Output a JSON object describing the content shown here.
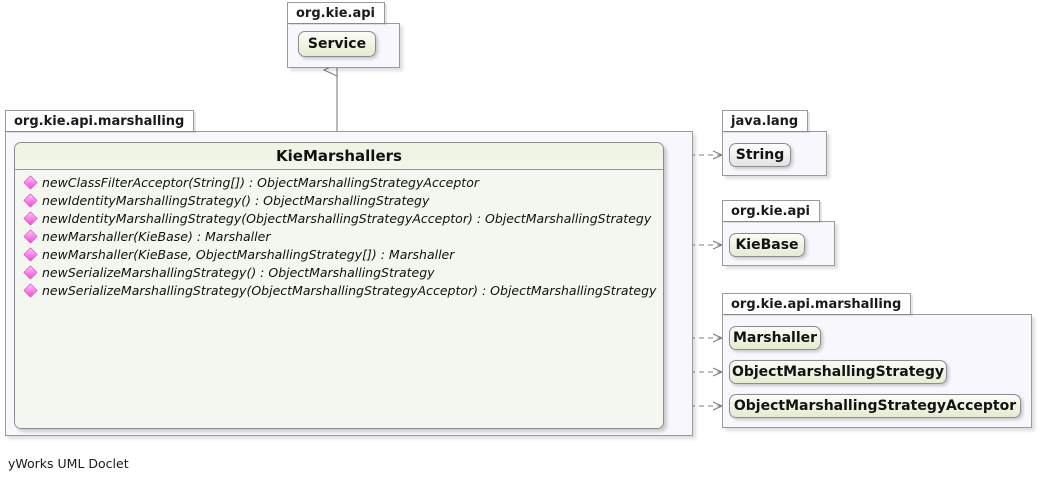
{
  "diagram": {
    "type": "uml-class-diagram",
    "footer": "yWorks UML Doclet",
    "colors": {
      "canvas": "#ffffff",
      "package_body": "#f7f7fd",
      "package_tab": "#ffffff",
      "class_fill": "#f4f7ec",
      "class_border": "#8d8d8d",
      "interface_fill_top": "#fbfdf6",
      "interface_fill_bottom": "#e4ecd0",
      "static_member_icon": "#ff86ee",
      "edge": "#808080"
    }
  },
  "packages": [
    {
      "id": "pkg-org-kie-api-top",
      "label": "org.kie.api"
    },
    {
      "id": "pkg-org-kie-api-marshalling-left",
      "label": "org.kie.api.marshalling"
    },
    {
      "id": "pkg-java-lang",
      "label": "java.lang"
    },
    {
      "id": "pkg-org-kie-api-right",
      "label": "org.kie.api"
    },
    {
      "id": "pkg-org-kie-api-marshalling-right",
      "label": "org.kie.api.marshalling"
    }
  ],
  "nodes": {
    "service": {
      "name": "Service",
      "stereotype": "interface"
    },
    "string": {
      "name": "String",
      "stereotype": "class"
    },
    "kiebase": {
      "name": "KieBase",
      "stereotype": "interface"
    },
    "marshaller": {
      "name": "Marshaller",
      "stereotype": "interface"
    },
    "object_marshalling_strategy": {
      "name": "ObjectMarshallingStrategy",
      "stereotype": "interface"
    },
    "object_marshalling_strategy_acceptor": {
      "name": "ObjectMarshallingStrategyAcceptor",
      "stereotype": "interface"
    }
  },
  "main_class": {
    "name": "KieMarshallers",
    "members": [
      {
        "icon": "static-method-icon",
        "signature": "newClassFilterAcceptor(String[]) : ObjectMarshallingStrategyAcceptor"
      },
      {
        "icon": "static-method-icon",
        "signature": "newIdentityMarshallingStrategy() : ObjectMarshallingStrategy"
      },
      {
        "icon": "static-method-icon",
        "signature": "newIdentityMarshallingStrategy(ObjectMarshallingStrategyAcceptor) : ObjectMarshallingStrategy"
      },
      {
        "icon": "static-method-icon",
        "signature": "newMarshaller(KieBase) : Marshaller"
      },
      {
        "icon": "static-method-icon",
        "signature": "newMarshaller(KieBase, ObjectMarshallingStrategy[]) : Marshaller"
      },
      {
        "icon": "static-method-icon",
        "signature": "newSerializeMarshallingStrategy() : ObjectMarshallingStrategy"
      },
      {
        "icon": "static-method-icon",
        "signature": "newSerializeMarshallingStrategy(ObjectMarshallingStrategyAcceptor) : ObjectMarshallingStrategy"
      }
    ]
  },
  "edges": [
    {
      "from": "KieMarshallers",
      "to": "Service",
      "type": "generalization",
      "style": "solid",
      "arrow": "hollow-triangle"
    },
    {
      "from": "KieMarshallers",
      "to": "String",
      "type": "dependency",
      "style": "dashed",
      "arrow": "open"
    },
    {
      "from": "KieMarshallers",
      "to": "KieBase",
      "type": "dependency",
      "style": "dashed",
      "arrow": "open"
    },
    {
      "from": "KieMarshallers",
      "to": "Marshaller",
      "type": "dependency",
      "style": "dashed",
      "arrow": "open"
    },
    {
      "from": "KieMarshallers",
      "to": "ObjectMarshallingStrategy",
      "type": "dependency",
      "style": "dashed",
      "arrow": "open"
    },
    {
      "from": "KieMarshallers",
      "to": "ObjectMarshallingStrategyAcceptor",
      "type": "dependency",
      "style": "dashed",
      "arrow": "open"
    }
  ]
}
